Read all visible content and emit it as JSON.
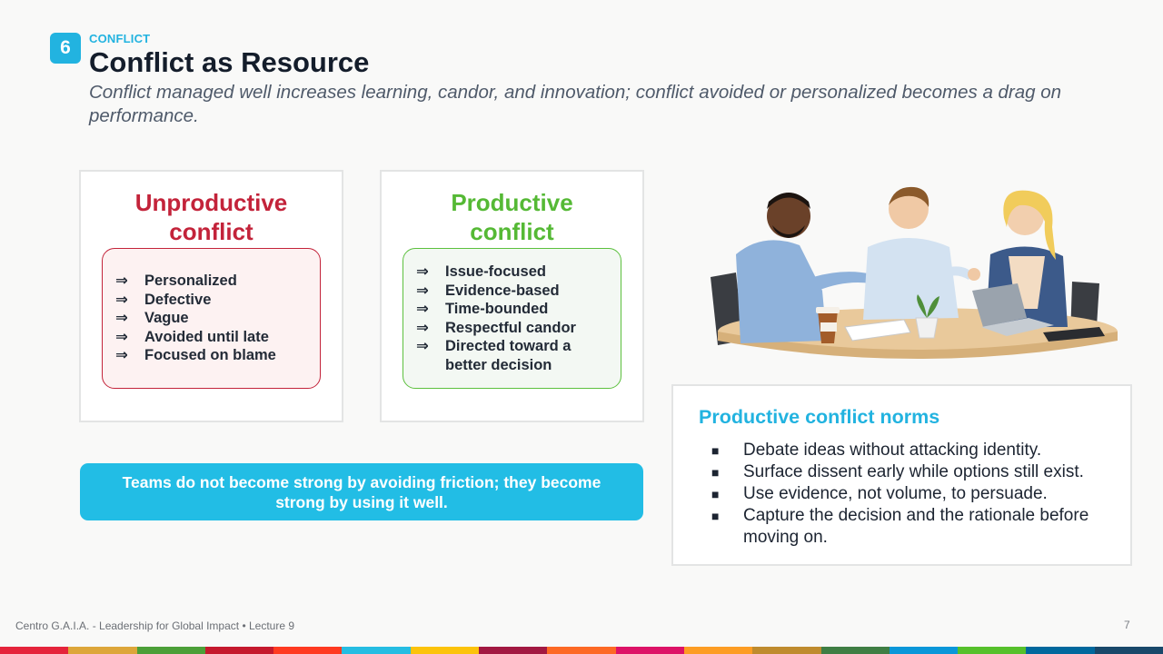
{
  "header": {
    "number": "6",
    "kicker": "CONFLICT",
    "title": "Conflict as Resource",
    "subtitle": "Conflict managed well increases learning, candor, and innovation; conflict avoided or personalized becomes a drag on performance."
  },
  "unproductive": {
    "title_line1": "Unproductive",
    "title_line2": "conflict",
    "bullet_glyph": "⇒",
    "items": [
      "Personalized",
      "Defective",
      "Vague",
      "Avoided until late",
      "Focused on blame"
    ]
  },
  "productive": {
    "title_line1": "Productive",
    "title_line2": "conflict",
    "bullet_glyph": "⇒",
    "items": [
      "Issue-focused",
      "Evidence-based",
      "Time-bounded",
      "Respectful candor",
      "Directed toward a better decision"
    ]
  },
  "banner": {
    "text": "Teams do not become strong by avoiding friction; they become strong by using it well."
  },
  "norms": {
    "title": "Productive conflict norms",
    "bullet_glyph": "■",
    "items": [
      "Debate ideas without attacking identity.",
      "Surface dissent early while options still exist.",
      "Use evidence, not volume, to persuade.",
      "Capture the decision and the rationale before moving on."
    ]
  },
  "footer": {
    "left": "Centro G.A.I.A. - Leadership for Global Impact • Lecture 9",
    "page_number": "7"
  },
  "colors": {
    "accent": "#22b3e0",
    "unproductive": "#c3233a",
    "productive": "#55b935",
    "stripe": [
      "#e5243b",
      "#dda63a",
      "#4c9f38",
      "#c5192d",
      "#ff3a21",
      "#26bde2",
      "#fcc30b",
      "#a21942",
      "#fd6925",
      "#dd1367",
      "#fd9d24",
      "#bf8b2e",
      "#3f7e44",
      "#0a97d9",
      "#56c02b",
      "#00689d",
      "#19486a"
    ]
  }
}
